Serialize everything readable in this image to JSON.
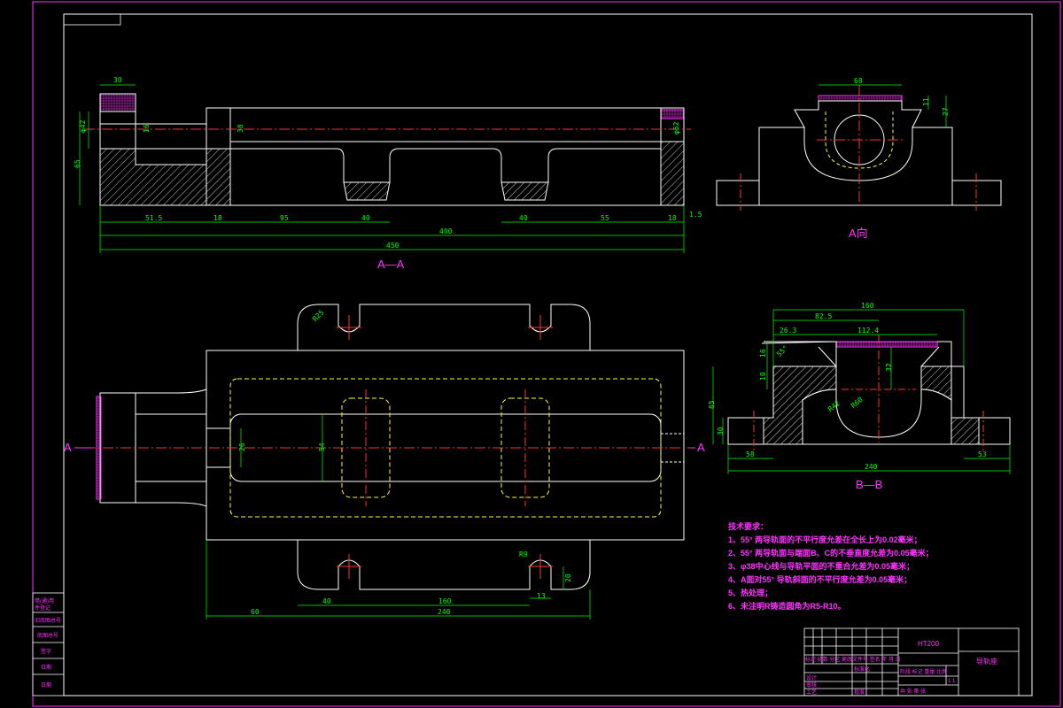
{
  "views": {
    "section_aa": "A—A",
    "view_a": "A向",
    "section_bb": "B—B",
    "cut_left": "A",
    "cut_right": "A"
  },
  "dims_aa": {
    "d30": "30",
    "d42": "φ42",
    "d16": "16",
    "d38": "38",
    "d62": "φ62",
    "d65": "65",
    "d515": "51.5",
    "d18a": "18",
    "d95": "95",
    "d40a": "40",
    "d40b": "40",
    "d55": "55",
    "d18b": "18",
    "d15": "1.5",
    "d400": "400",
    "d450": "450"
  },
  "dims_a": {
    "d68": "68",
    "d11": "11",
    "d27": "27"
  },
  "dims_plan": {
    "r25": "R25",
    "d26": "26",
    "d54": "54",
    "r9": "R9",
    "d20": "20",
    "d13": "13",
    "d60": "60",
    "d40": "40",
    "d160": "160",
    "d240": "240"
  },
  "dims_bb": {
    "d160": "160",
    "d825": "82.5",
    "d263": "26.3",
    "d1124": "112.4",
    "d16": "16",
    "d10": "10",
    "d32": "32",
    "d65": "65",
    "d30": "30",
    "d55a": "55°",
    "r42": "R42",
    "r60": "R60",
    "d58": "58",
    "d53": "53",
    "d240": "240"
  },
  "notes": {
    "title": "技术要求：",
    "items": [
      "1、55° 两导轨面的不平行度允差在全长上为0.02毫米；",
      "2、55° 两导轨面与端面B、C的不垂直度允差为0.05毫米；",
      "3、φ38中心线与导轨平面的不重合允差为0.05毫米；",
      "4、A面对55° 导轨斜面的不平行度允差为0.05毫米；",
      "5、热处理；",
      "6、未注明R铸造圆角为R5-R10。"
    ]
  },
  "title_block": {
    "material": "HT200",
    "part_name": "导轨座",
    "scale": "1:1",
    "row_header": "标记 处数 分区 更改文件号 签名 年 月 日",
    "design": "设计",
    "standardize": "标准化",
    "review": "审核",
    "process": "工艺",
    "approve": "批准",
    "stage": "阶段 标记 重量 比例",
    "sheet": "共 张 第 张"
  },
  "side_table": {
    "r1": "借(通)用",
    "r2": "件登记",
    "r3": "旧底图总号",
    "r4": "底图总号",
    "r5": "签字",
    "r6": "日期",
    "r7": "日期"
  }
}
